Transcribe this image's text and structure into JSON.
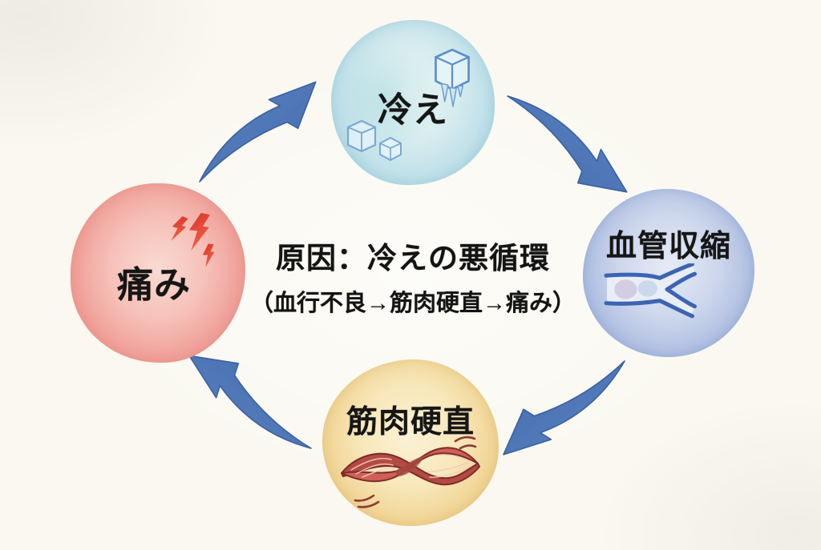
{
  "diagram": {
    "kind": "cycle",
    "direction": "clockwise",
    "background_color": "#faf8f0",
    "text_color": "#161616",
    "arrow_color": "#5078b7",
    "center": {
      "title": "原因：冷えの悪循環",
      "subtitle": "（血行不良→筋肉硬直→痛み）"
    },
    "nodes": [
      {
        "id": "cold",
        "label": "冷え",
        "position": "top",
        "fill": "#c2e1ea",
        "rim": "#9ccbd9",
        "icon": "ice-cubes-icon"
      },
      {
        "id": "vasoconstriction",
        "label": "血管収縮",
        "position": "right",
        "fill": "#b5c3e3",
        "rim": "#8da2d1",
        "icon": "blood-vessel-icon"
      },
      {
        "id": "muscle-stiffness",
        "label": "筋肉硬直",
        "position": "bottom",
        "fill": "#f1d698",
        "rim": "#e2b86f",
        "icon": "twisted-muscle-icon"
      },
      {
        "id": "pain",
        "label": "痛み",
        "position": "left",
        "fill": "#f0a49d",
        "rim": "#e7827c",
        "icon": "pain-bolts-icon"
      }
    ],
    "arrows": [
      {
        "from": "pain",
        "to": "cold"
      },
      {
        "from": "cold",
        "to": "vasoconstriction"
      },
      {
        "from": "vasoconstriction",
        "to": "muscle-stiffness"
      },
      {
        "from": "muscle-stiffness",
        "to": "pain"
      }
    ]
  }
}
